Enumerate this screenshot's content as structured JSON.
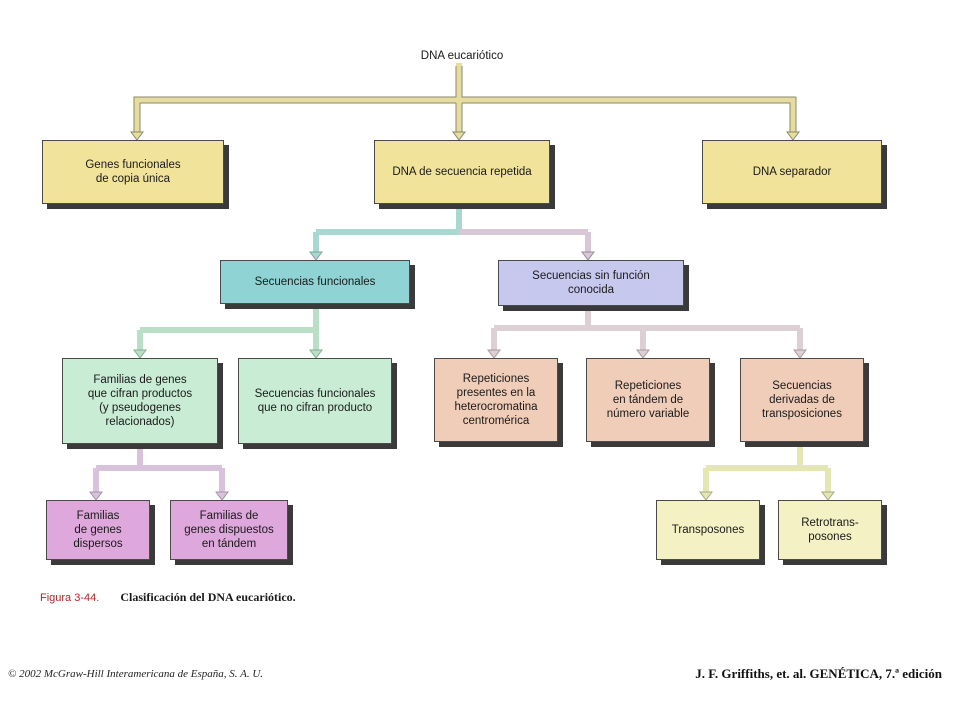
{
  "diagram": {
    "root": "DNA eucariótico",
    "level1": {
      "single_copy": "Genes funcionales\nde copia única",
      "repeated": "DNA de secuencia repetida",
      "spacer": "DNA separador"
    },
    "level2": {
      "functional": "Secuencias funcionales",
      "no_function": "Secuencias sin función\nconocida"
    },
    "level3": {
      "families_products": "Familias de genes\nque cifran productos\n(y pseudogenes\nrelacionados)",
      "functional_no_product": "Secuencias funcionales\nque no cifran producto",
      "centromeric_repeats": "Repeticiones\npresentes en la\nheterocromatina\ncentromérica",
      "vntr": "Repeticiones\nen tándem de\nnúmero variable",
      "transposition_derived": "Secuencias\nderivadas de\ntransposiciones"
    },
    "level4": {
      "dispersed": "Familias\nde genes\ndispersos",
      "tandem": "Familias de\ngenes dispuestos\nen tándem",
      "transposons": "Transposones",
      "retrotransposons": "Retrotrans-\nposones"
    },
    "connector_colors": {
      "yellow": "#e6dca0",
      "teal": "#a8d8cf",
      "lavender": "#d7c7d7",
      "green": "#b9e0c6",
      "cream": "#e4e6b4",
      "pink": "#d9c2dc"
    }
  },
  "caption": {
    "figure_number": "Figura 3-44.",
    "text": "Clasificación del DNA eucariótico."
  },
  "footer": {
    "copyright": "© 2002 McGraw-Hill Interamericana de España, S. A. U.",
    "reference": "J. F. Griffiths, et. al.   GENÉTICA, 7.ª edición"
  }
}
